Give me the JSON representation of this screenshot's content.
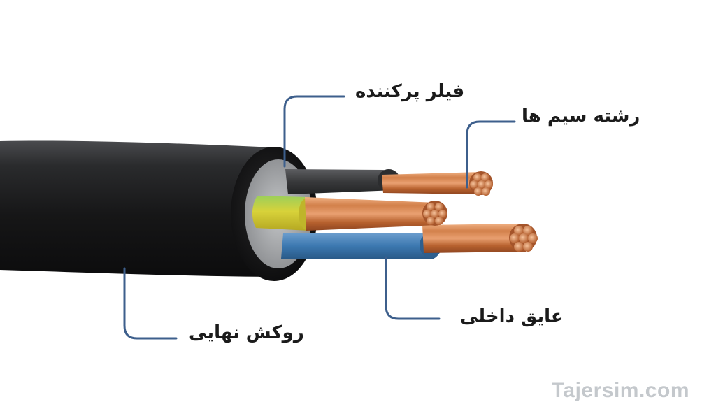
{
  "labels": {
    "filler": "فیلر پرکننده",
    "strands": "رشته سیم ها",
    "insulation": "عایق داخلی",
    "jacket": "روکش نهایی"
  },
  "watermark": "Tajersim.com",
  "colors": {
    "leader_line": "#3d5f8c",
    "jacket": "#1c1c1d",
    "filler": "#a7a9ab",
    "copper": "#c2703e",
    "core_blue": "#3c78b0",
    "core_gray": "#3a3b3d",
    "core_yellow_green": "#c9cf2e"
  }
}
